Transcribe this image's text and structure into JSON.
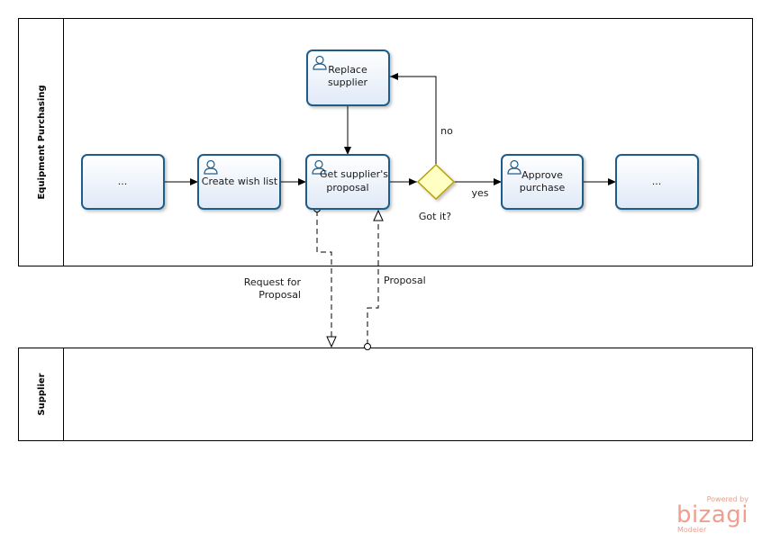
{
  "pools": {
    "equipment": {
      "title": "Equipment Purchasing"
    },
    "supplier": {
      "title": "Supplier"
    }
  },
  "tasks": {
    "start_ellipsis": "...",
    "create_wish_list": "Create wish list",
    "get_proposal_line1": "Get supplier's",
    "get_proposal_line2": "proposal",
    "replace_line1": "Replace",
    "replace_line2": "supplier",
    "approve_line1": "Approve",
    "approve_line2": "purchase",
    "end_ellipsis": "..."
  },
  "gateway": {
    "label": "Got it?"
  },
  "flows": {
    "no": "no",
    "yes": "yes"
  },
  "messages": {
    "request_line1": "Request for",
    "request_line2": "Proposal",
    "proposal": "Proposal"
  },
  "logo": {
    "powered_by": "Powered by",
    "brand": "bizagi",
    "product": "Modeler"
  },
  "colors": {
    "task_border": "#1f5d8a",
    "task_fill": "#e8f0fb",
    "gateway_border": "#b9a000",
    "gateway_fill": "#ffffc4",
    "logo": "#ef9f8e"
  }
}
